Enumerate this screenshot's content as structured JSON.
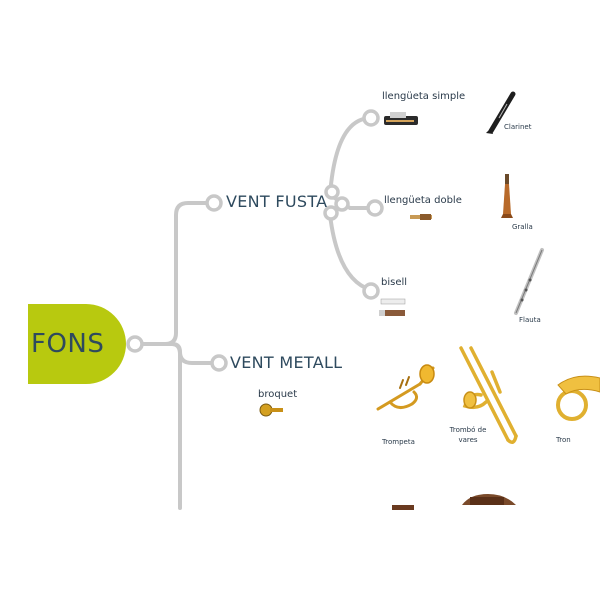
{
  "root": {
    "label": "FONS",
    "color": "#b8c90f"
  },
  "branches": [
    {
      "label": "VENT FUSTA",
      "children": [
        {
          "label": "llengüeta simple",
          "instruments": [
            {
              "name": "Clarinet",
              "icon": "clarinet-icon"
            }
          ]
        },
        {
          "label": "llengüeta doble",
          "instruments": [
            {
              "name": "Gralla",
              "icon": "gralla-icon"
            }
          ]
        },
        {
          "label": "bisell",
          "instruments": [
            {
              "name": "Flauta",
              "icon": "flute-icon"
            }
          ]
        }
      ]
    },
    {
      "label": "VENT METALL",
      "children": [
        {
          "label": "broquet",
          "instruments": [
            {
              "name": "Trompeta",
              "icon": "trumpet-icon"
            },
            {
              "name": "Trombó de vares",
              "icon": "trombone-icon"
            },
            {
              "name": "Tron",
              "icon": "french-horn-icon"
            }
          ]
        }
      ]
    }
  ],
  "colors": {
    "line": "#c6c6c6",
    "text": "#2e4a5e"
  }
}
